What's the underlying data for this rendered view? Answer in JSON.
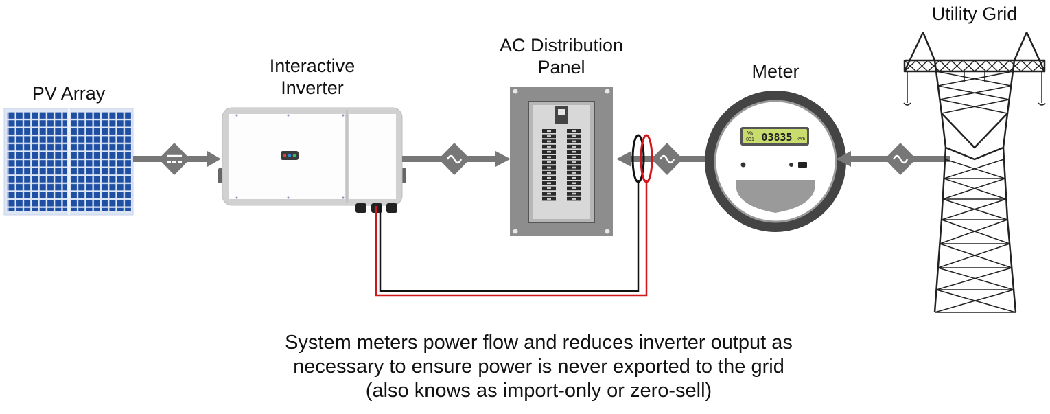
{
  "labels": {
    "pv_array": "PV Array",
    "inverter_line1": "Interactive",
    "inverter_line2": "Inverter",
    "panel_line1": "AC Distribution",
    "panel_line2": "Panel",
    "meter": "Meter",
    "utility_grid": "Utility Grid"
  },
  "meter_display": {
    "prefix_top": "Va",
    "prefix_bottom": "001",
    "reading": "03835",
    "unit": "kWh"
  },
  "caption": {
    "line1": "System meters power flow and reduces inverter output as",
    "line2": "necessary to ensure power is never exported to the grid",
    "line3": "(also knows as import-only or zero-sell)"
  },
  "colors": {
    "arrow": "#777777",
    "panel_blue": "#1f4fa3",
    "ct_red": "#d0171c",
    "ct_black": "#111111",
    "meter_lcd": "#c9dc6e"
  },
  "icons": {
    "dc_symbol": "dc-symbol-icon",
    "ac_symbol": "ac-sine-icon"
  }
}
